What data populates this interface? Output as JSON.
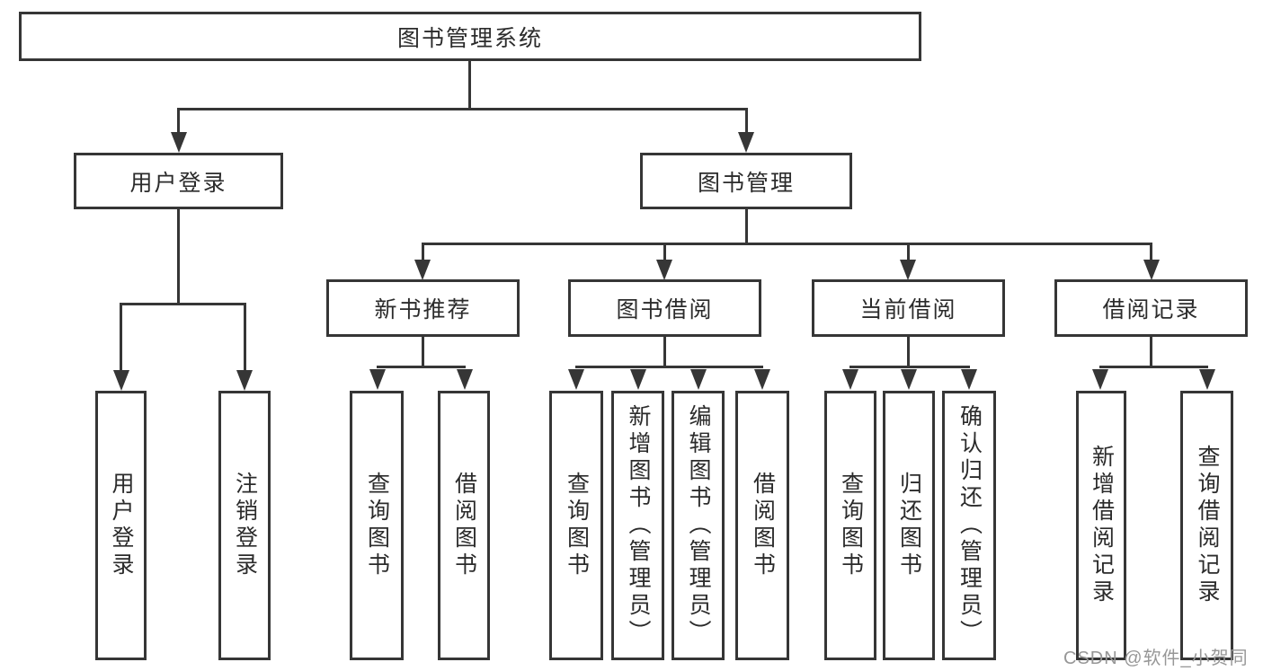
{
  "diagram_type": "tree",
  "tree": {
    "label": "图书管理系统",
    "children": [
      {
        "label": "用户登录",
        "children": [
          {
            "label": "用户登录"
          },
          {
            "label": "注销登录"
          }
        ]
      },
      {
        "label": "图书管理",
        "children": [
          {
            "label": "新书推荐",
            "children": [
              {
                "label": "查询图书"
              },
              {
                "label": "借阅图书"
              }
            ]
          },
          {
            "label": "图书借阅",
            "children": [
              {
                "label": "查询图书"
              },
              {
                "label": "新增图书（管理员）"
              },
              {
                "label": "编辑图书（管理员）"
              },
              {
                "label": "借阅图书"
              }
            ]
          },
          {
            "label": "当前借阅",
            "children": [
              {
                "label": "查询图书"
              },
              {
                "label": "归还图书"
              },
              {
                "label": "确认归还（管理员）"
              }
            ]
          },
          {
            "label": "借阅记录",
            "children": [
              {
                "label": "新增借阅记录"
              },
              {
                "label": "查询借阅记录"
              }
            ]
          }
        ]
      }
    ]
  },
  "watermark": {
    "text": "CSDN @软件_小贺同学"
  },
  "colors": {
    "line": "#363636",
    "text": "#2b2b2b",
    "background": "#ffffff",
    "watermark": "#979797"
  }
}
